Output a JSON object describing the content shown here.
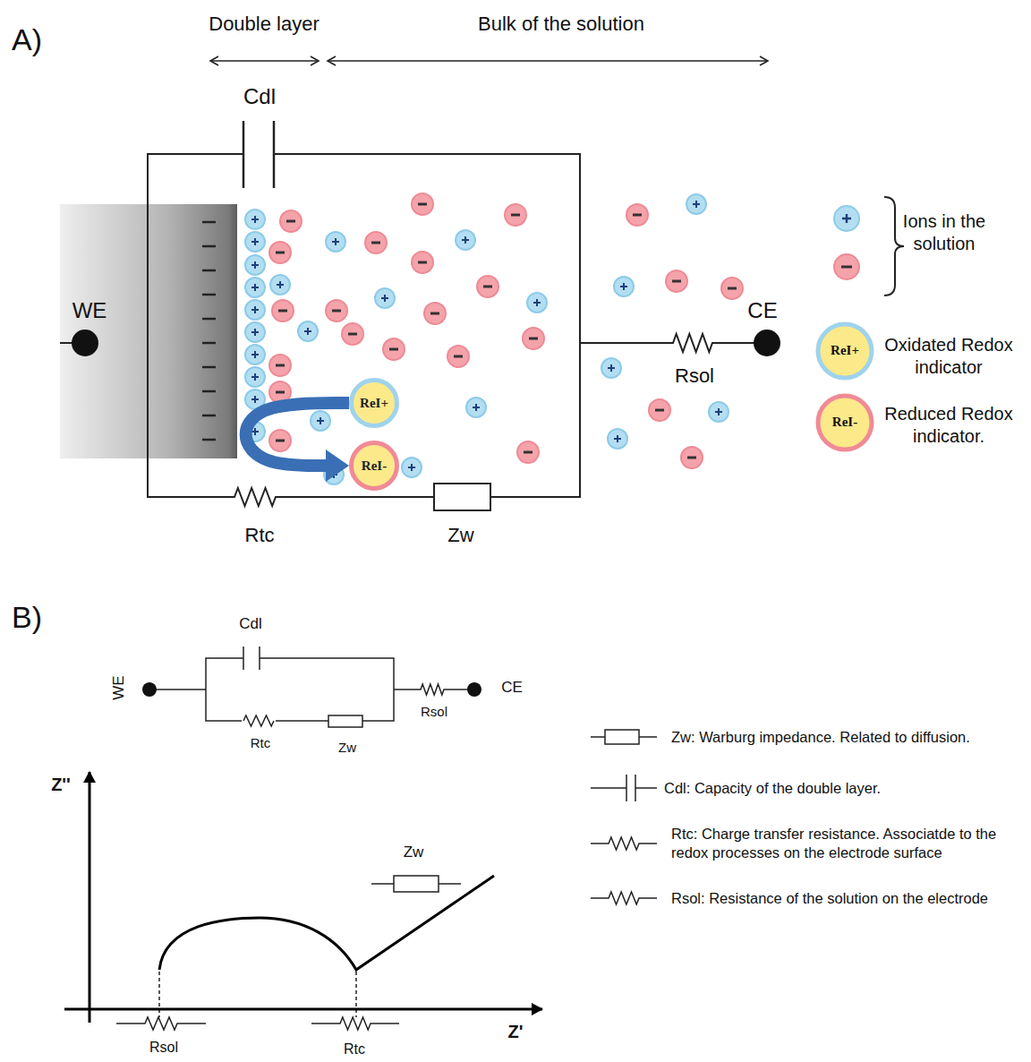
{
  "diagram": {
    "nodes": [
      {
        "text": [
          "ReI+"
        ]
      },
      {
        "text": [
          "ReI-"
        ]
      }
    ],
    "edges": [
      {
        "from": 0,
        "to": 1,
        "arrow": "to"
      }
    ],
    "labels": [
      "A)",
      "Double layer",
      "Bulk of the solution",
      "Cdl",
      "WE",
      "CE",
      "Rsol",
      "Rtc",
      "Zw",
      "ReI+",
      "ReI-",
      "B)",
      "Cdl",
      "WE",
      "CE",
      "Rsol",
      "Rtc",
      "Zw",
      "Z''",
      "Z'",
      "Zw",
      "Rsol",
      "Rtc"
    ],
    "legend": [
      {
        "text": "Ions in the solution"
      },
      {
        "text": "Oxidated Redox indicator"
      },
      {
        "text": "Reduced Redox indicator."
      },
      {
        "text": "Zw: Warburg impedance. Related to diffusion."
      },
      {
        "text": "Cdl: Capacity of the double layer."
      },
      {
        "text": "Rtc: Charge transfer resistance. Associatde to the redox processes on the electrode surface"
      },
      {
        "text": "Rsol: Resistance of the solution on the electrode"
      }
    ]
  }
}
